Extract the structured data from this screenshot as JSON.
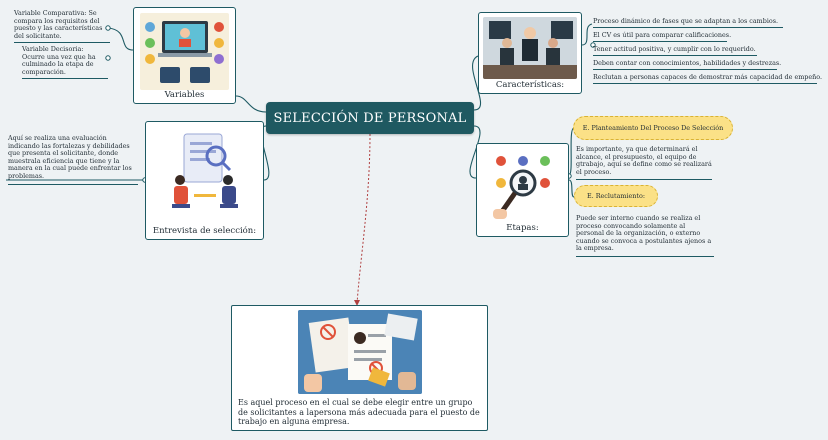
{
  "central": {
    "title": "SELECCIÓN DE PERSONAL"
  },
  "variables": {
    "caption": "Variables",
    "notes": [
      "Variable Comparativa: Se compara los requisitos del puesto y las características del solicitante.",
      "Variable Decisoria: Ocurre una vez que ha culminado la etapa de comparación."
    ]
  },
  "caracteristicas": {
    "caption": "Características:",
    "items": [
      "Proceso dinámico de fases que se adaptan a los cambios.",
      "El CV es útil para comparar calificaciones.",
      "Tener actitud positiva, y cumplir con lo requerido.",
      "Deben contar con conocimientos, habilidades y destrezas.",
      "Reclutan a personas capaces de demostrar más capacidad de empeño."
    ]
  },
  "entrevista": {
    "caption": "Entrevista de selección:",
    "note": "Aquí se realiza una evaluación indicando las fortalezas y debilidades que presenta el solicitante, donde muestrala eficiencia que tiene y la manera en la cual puede enfrentar los problemas."
  },
  "etapas": {
    "caption": "Etapas:",
    "stages": [
      {
        "title": "E. Planteamiento Del Proceso De Selección",
        "text": "Es importante, ya que determinará el alcance, el presupuesto, el equipo de gtrabajo, aquí se define como se realizará el proceso."
      },
      {
        "title": "E. Reclutamiento:",
        "text": "Puede ser interno cuando se realiza el proceso convocando solamente al personal de la organización, o externo cuando se convoca a postulantes ajenos a la empresa."
      }
    ]
  },
  "definicion": {
    "text": "Es aquel proceso en el cual se debe elegir entre un grupo de solicitantes a lapersona más adecuada para el puesto de trabajo en alguna empresa."
  },
  "colors": {
    "central_bg": "#1f5961",
    "border": "#1e5a63",
    "pill_fill": "#fbe187",
    "pill_border": "#d9b233",
    "dashed_link": "#b04040",
    "background": "#eef2f4"
  }
}
